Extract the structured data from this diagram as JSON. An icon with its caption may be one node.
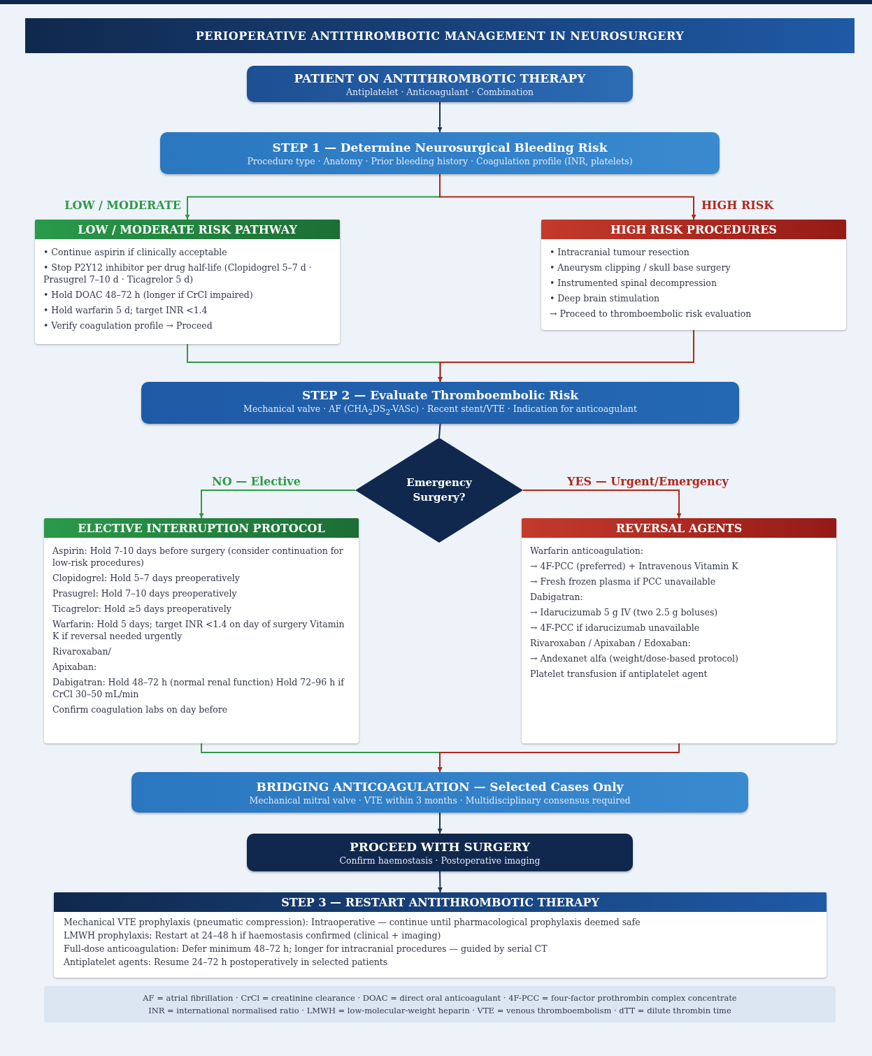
{
  "diagram": {
    "title": "PERIOPERATIVE ANTITHROMBOTIC MANAGEMENT IN NEUROSURGERY",
    "nodes": [
      {
        "text": [
          "PATIENT ON ANTITHROMBOTIC THERAPY",
          "Antiplatelet · Anticoagulant · Combination"
        ]
      },
      {
        "text": [
          "STEP 1 — Determine Neurosurgical Bleeding Risk",
          "Procedure type · Anatomy · Prior bleeding history · Coagulation profile (INR, platelets)"
        ]
      },
      {
        "text": [
          "LOW / MODERATE RISK PATHWAY",
          "• Continue aspirin if clinically acceptable",
          "• Stop P2Y12 inhibitor per drug half-life (Clopidogrel 5–7 d · Prasugrel 7–10 d · Ticagrelor 5 d)",
          "• Hold DOAC 48–72 h (longer if CrCl impaired)",
          "• Hold warfarin 5 d; target INR <1.4",
          "• Verify coagulation profile → Proceed"
        ]
      },
      {
        "text": [
          "HIGH RISK PROCEDURES",
          "• Intracranial tumour resection",
          "• Aneurysm clipping / skull base surgery",
          "• Instrumented spinal decompression",
          "• Deep brain stimulation",
          "→ Proceed to thromboembolic risk evaluation"
        ]
      },
      {
        "text": [
          "STEP 2 — Evaluate Thromboembolic Risk",
          "Mechanical valve · AF (CHA$_{2}$DS$_{2}$-VASc) · Recent stent/VTE · Indication for anticoagulant"
        ]
      },
      {
        "text": [
          "Emergency Surgery?"
        ]
      },
      {
        "text": [
          "ELECTIVE INTERRUPTION PROTOCOL",
          "Aspirin: Hold 7-10 days before surgery (consider continuation for low-risk procedures)",
          "Clopidogrel: Hold 5–7 days preoperatively",
          "Prasugrel: Hold 7–10 days preoperatively",
          "Ticagrelor: Hold ≥5 days preoperatively",
          "Warfarin: Hold 5 days; target INR <1.4 on day of surgery Vitamin K if reversal needed urgently",
          "Rivaroxaban/",
          "Apixaban:",
          "Dabigatran: Hold 48–72 h (normal renal function) Hold 72–96 h if CrCl 30–50 mL/min",
          "Confirm coagulation labs on day before"
        ]
      },
      {
        "text": [
          "REVERSAL AGENTS",
          "Warfarin anticoagulation:",
          "→ 4F-PCC (preferred) + Intravenous Vitamin K",
          "→ Fresh frozen plasma if PCC unavailable",
          "Dabigatran:",
          "→ Idarucizumab 5 g IV (two 2.5 g boluses)",
          "→ 4F-PCC if idarucizumab unavailable",
          "Rivaroxaban / Apixaban / Edoxaban:",
          "→ Andexanet alfa (weight/dose-based protocol)",
          "Platelet transfusion if antiplatelet agent"
        ]
      },
      {
        "text": [
          "BRIDGING ANTICOAGULATION — Selected Cases Only",
          "Mechanical mitral valve · VTE within 3 months · Multidisciplinary consensus required"
        ]
      },
      {
        "text": [
          "PROCEED WITH SURGERY",
          "Confirm haemostasis · Postoperative imaging"
        ]
      },
      {
        "text": [
          "STEP 3 — RESTART ANTITHROMBOTIC THERAPY",
          "Mechanical VTE prophylaxis (pneumatic compression): Intraoperative — continue until pharmacological prophylaxis deemed safe",
          "LMWH prophylaxis: Restart at 24–48 h if haemostasis confirmed (clinical + imaging)",
          "Full-dose anticoagulation: Defer minimum 48–72 h; longer for intracranial procedures — guided by serial CT",
          "Antiplatelet agents: Resume 24–72 h postoperatively in selected patients"
        ]
      },
      {
        "text": [
          "AF = atrial fibrillation · CrCl = creatinine clearance · DOAC = direct oral anticoagulant · 4F-PCC = four-factor prothrombin complex concentrate",
          "INR = international normalised ratio · LMWH = low-molecular-weight heparin · VTE = venous thromboembolism · dTT = dilute thrombin time"
        ]
      }
    ],
    "edges": [
      {
        "from": 0,
        "to": 1,
        "arrow": "to"
      },
      {
        "from": 1,
        "to": 2,
        "arrow": "to",
        "label": "LOW / MODERATE",
        "color": "#2e9a48"
      },
      {
        "from": 1,
        "to": 3,
        "arrow": "to",
        "label": "HIGH RISK",
        "color": "#b3261e"
      },
      {
        "from": 2,
        "to": 4,
        "arrow": "to",
        "color": "#2e9a48"
      },
      {
        "from": 3,
        "to": 4,
        "arrow": "to",
        "color": "#b3261e"
      },
      {
        "from": 4,
        "to": 5,
        "arrow": "none"
      },
      {
        "from": 5,
        "to": 6,
        "arrow": "to",
        "label": "NO — Elective",
        "color": "#2e9a48"
      },
      {
        "from": 5,
        "to": 7,
        "arrow": "to",
        "label": "YES — Urgent/Emergency",
        "color": "#b3261e"
      },
      {
        "from": 6,
        "to": 8,
        "arrow": "to",
        "color": "#2e9a48"
      },
      {
        "from": 7,
        "to": 8,
        "arrow": "to",
        "color": "#b3261e"
      },
      {
        "from": 8,
        "to": 9,
        "arrow": "to"
      },
      {
        "from": 9,
        "to": 10,
        "arrow": "to"
      }
    ]
  }
}
